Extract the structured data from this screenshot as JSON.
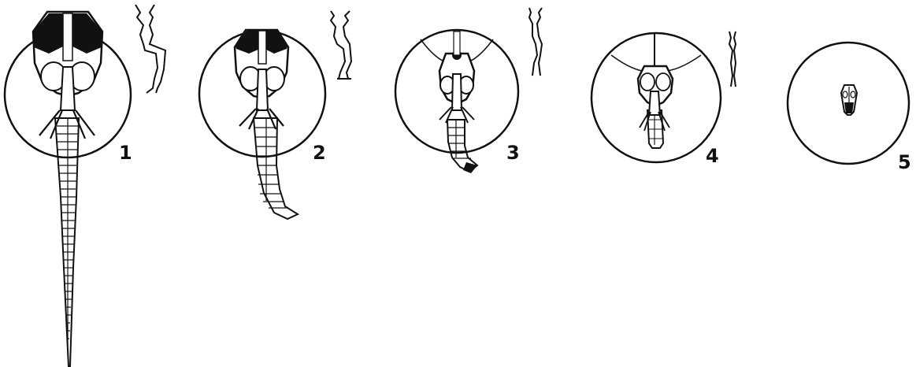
{
  "figure": {
    "stages": [
      {
        "label": "1"
      },
      {
        "label": "2"
      },
      {
        "label": "3"
      },
      {
        "label": "4"
      },
      {
        "label": "5"
      }
    ],
    "colors": {
      "ink": "#111111",
      "paper": "#ffffff"
    }
  }
}
